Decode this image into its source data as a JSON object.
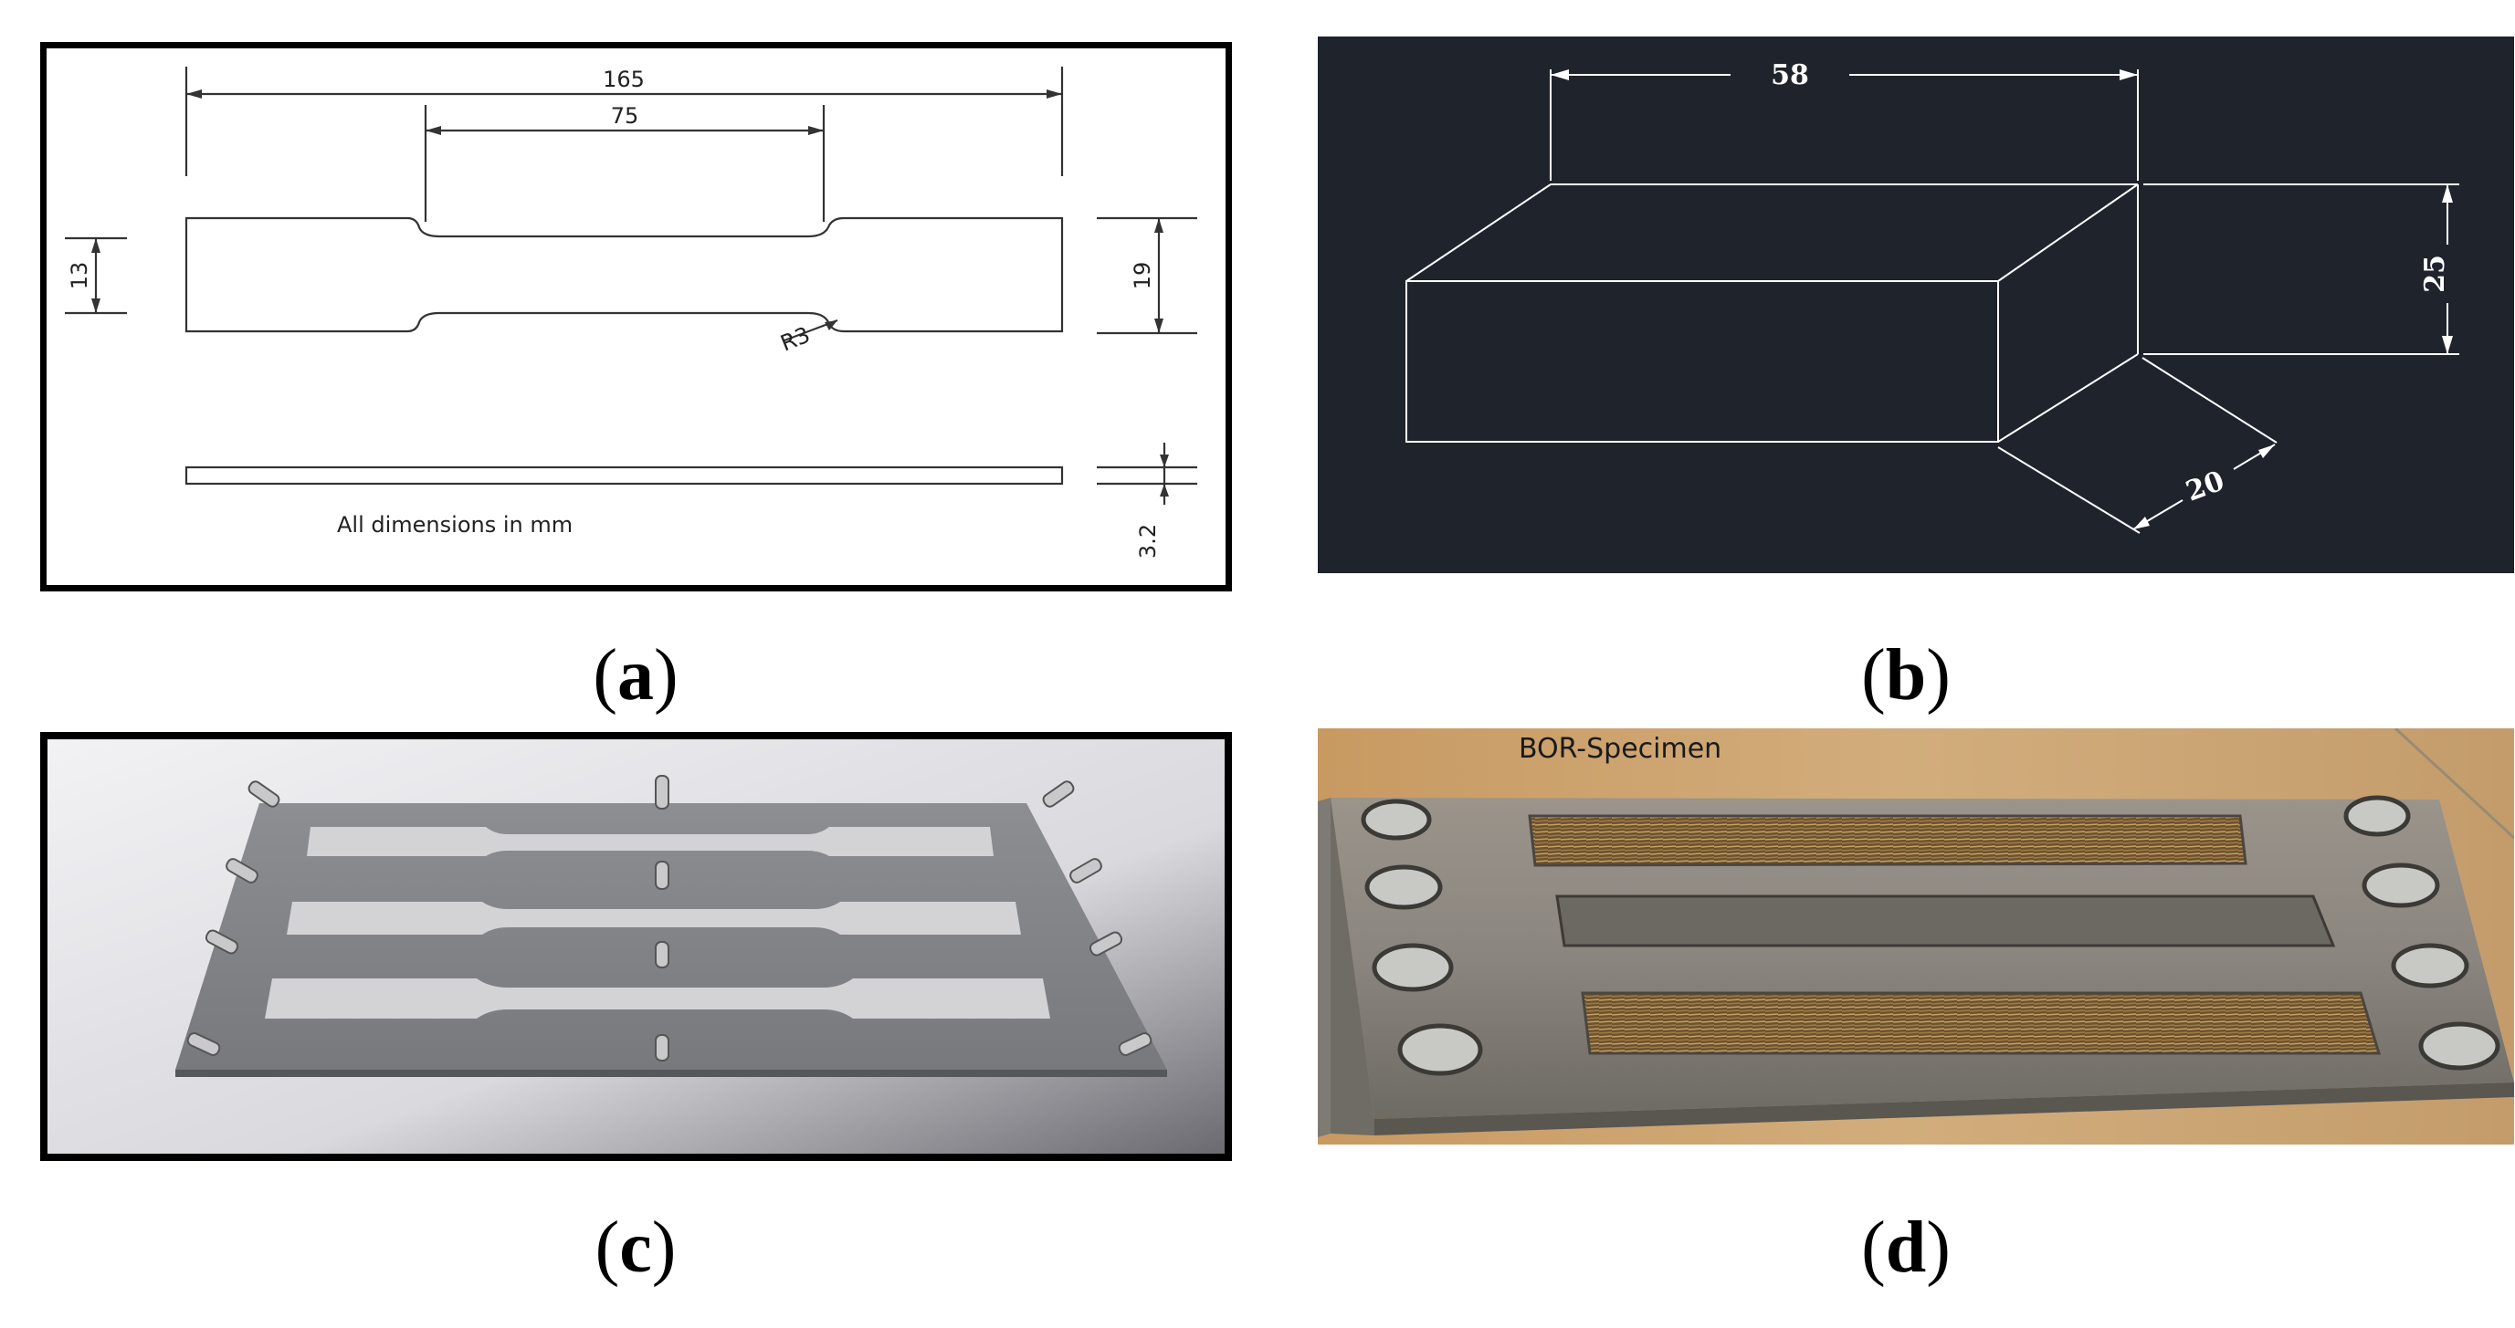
{
  "panel_a": {
    "dims": {
      "overall_length": "165",
      "gauge_length": "75",
      "gauge_width": "13",
      "grip_width": "19",
      "radius": "R3",
      "thickness": "3.2"
    },
    "note": "All dimensions in mm"
  },
  "panel_b": {
    "dims": {
      "length": "58",
      "height": "25",
      "depth": "20"
    }
  },
  "panel_d": {
    "label": "BOR-Specimen"
  },
  "captions": {
    "a": "a",
    "b": "b",
    "c": "c",
    "d": "d"
  },
  "colors": {
    "cad_background": "#1f232c",
    "cad_lines": "#ffffff",
    "drawing_lines": "#333333"
  }
}
